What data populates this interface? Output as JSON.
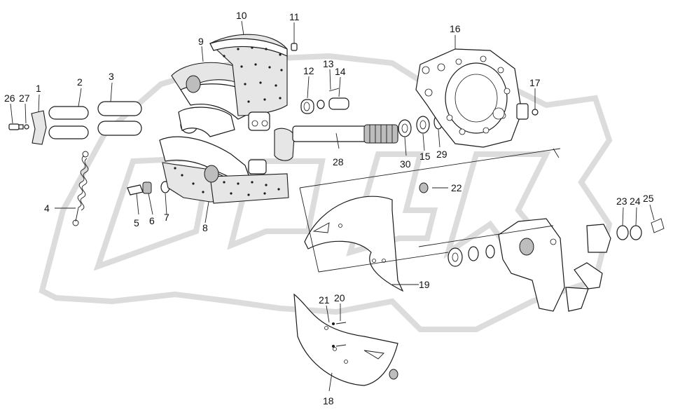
{
  "watermark": {
    "text": "OPEX"
  },
  "top_mark": "",
  "callouts": [
    {
      "id": "c1",
      "text": "1"
    },
    {
      "id": "c2",
      "text": "2"
    },
    {
      "id": "c3",
      "text": "3"
    },
    {
      "id": "c4",
      "text": "4"
    },
    {
      "id": "c5",
      "text": "5"
    },
    {
      "id": "c6",
      "text": "6"
    },
    {
      "id": "c7",
      "text": "7"
    },
    {
      "id": "c8",
      "text": "8"
    },
    {
      "id": "c9",
      "text": "9"
    },
    {
      "id": "c10",
      "text": "10"
    },
    {
      "id": "c11",
      "text": "11"
    },
    {
      "id": "c12",
      "text": "12"
    },
    {
      "id": "c13",
      "text": "13"
    },
    {
      "id": "c14",
      "text": "14"
    },
    {
      "id": "c15",
      "text": "15"
    },
    {
      "id": "c16",
      "text": "16"
    },
    {
      "id": "c17",
      "text": "17"
    },
    {
      "id": "c18",
      "text": "18"
    },
    {
      "id": "c19",
      "text": "19"
    },
    {
      "id": "c20",
      "text": "20"
    },
    {
      "id": "c21",
      "text": "21"
    },
    {
      "id": "c22",
      "text": "22"
    },
    {
      "id": "c23",
      "text": "23"
    },
    {
      "id": "c24",
      "text": "24"
    },
    {
      "id": "c25",
      "text": "25"
    },
    {
      "id": "c26",
      "text": "26"
    },
    {
      "id": "c27",
      "text": "27"
    },
    {
      "id": "c28",
      "text": "28"
    },
    {
      "id": "c29",
      "text": "29"
    },
    {
      "id": "c30",
      "text": "30"
    }
  ]
}
